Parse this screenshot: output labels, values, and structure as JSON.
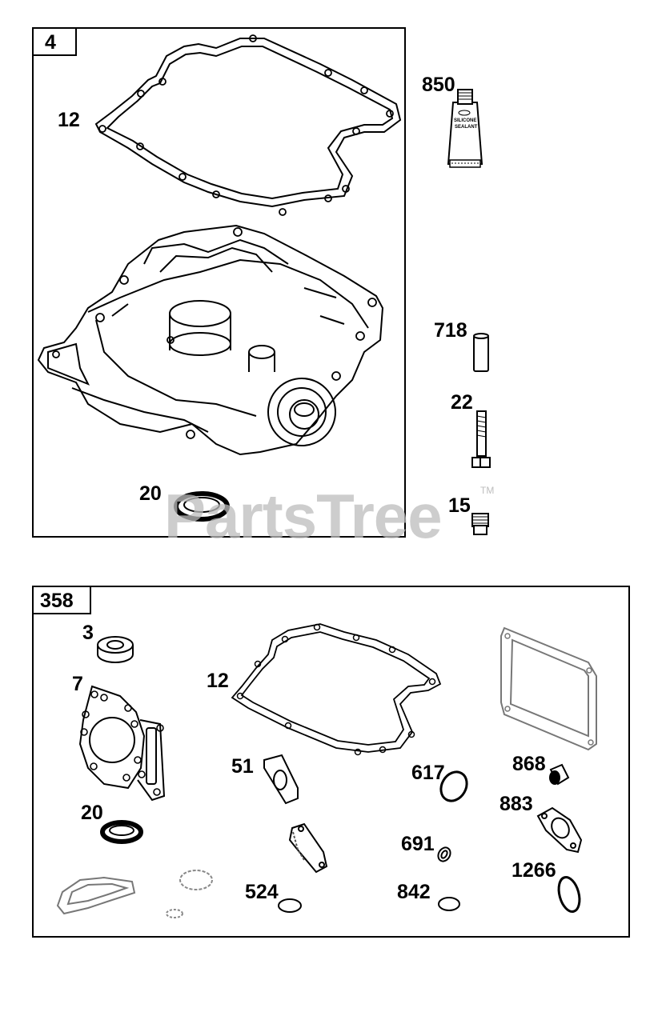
{
  "watermark": {
    "text": "PartsTree",
    "trademark": "TM"
  },
  "kits": [
    {
      "id": "top",
      "label": "4"
    },
    {
      "id": "bottom",
      "label": "358"
    }
  ],
  "callouts": {
    "top_12": "12",
    "top_850": "850",
    "top_718": "718",
    "top_22": "22",
    "top_20": "20",
    "top_15": "15",
    "kit_3": "3",
    "kit_7": "7",
    "kit_12": "12",
    "kit_51": "51",
    "kit_617": "617",
    "kit_868": "868",
    "kit_883": "883",
    "kit_20": "20",
    "kit_691": "691",
    "kit_524": "524",
    "kit_842": "842",
    "kit_1266": "1266"
  },
  "sealant_tube": {
    "line1": "SILICONE",
    "line2": "SEALANT"
  }
}
